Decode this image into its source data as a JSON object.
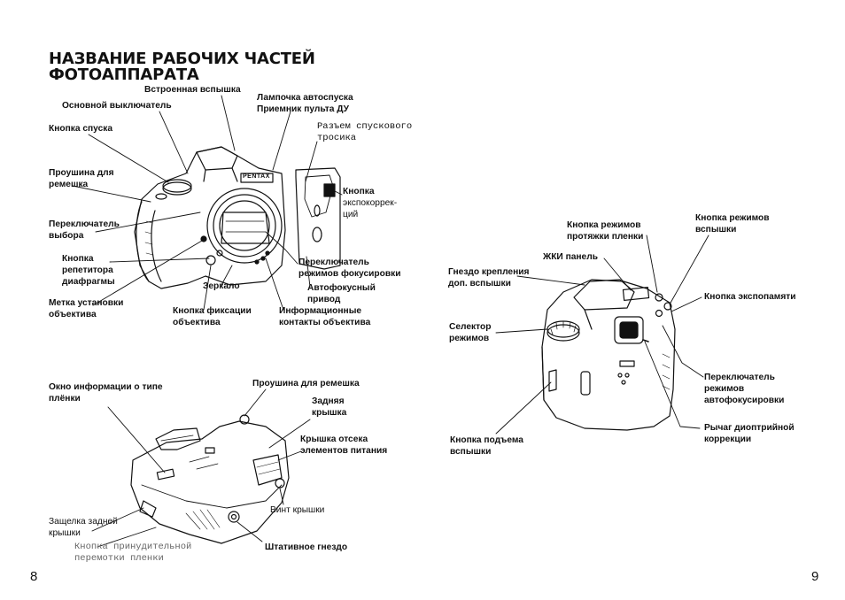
{
  "page": {
    "title_line1": "НАЗВАНИЕ РАБОЧИХ ЧАСТЕЙ",
    "title_line2": "ФОТОАППАРАТА",
    "page_left": "8",
    "page_right": "9"
  },
  "front": {
    "flash": "Встроенная вспышка",
    "main_switch": "Основной выключатель",
    "self_timer_l1": "Лампочка автоспуска",
    "self_timer_l2": "Приемник пульта ДУ",
    "shutter": "Кнопка спуска",
    "cable_l1": "Разъем спускового",
    "cable_l2": "тросика",
    "strap_l1": "Проушина для",
    "strap_l2": "ремешка",
    "expo_l1": "Кнопка",
    "expo_l2": "экспокоррек-",
    "expo_l3": "ций",
    "selector_l1": "Переключатель",
    "selector_l2": "выбора",
    "repeater_l1": "Кнопка",
    "repeater_l2": "репетитора",
    "repeater_l3": "диафрагмы",
    "focus_sw_l1": "Переключатель",
    "focus_sw_l2": "режимов фокусировки",
    "mirror": "Зеркало",
    "af_drive_l1": "Автофокусный",
    "af_drive_l2": "привод",
    "mount_l1": "Метка установки",
    "mount_l2": "объектива",
    "lens_lock_l1": "Кнопка фиксации",
    "lens_lock_l2": "объектива",
    "contacts_l1": "Информационные",
    "contacts_l2": "контакты объектива"
  },
  "bottom": {
    "film_window_l1": "Окно информации о типе",
    "film_window_l2": "плёнки",
    "strap": "Проушина для ремешка",
    "back_cover_l1": "Задняя",
    "back_cover_l2": "крышка",
    "battery_l1": "Крышка отсека",
    "battery_l2": "элементов питания",
    "cover_screw": "Винт крышки",
    "back_latch_l1": "Защелка задней",
    "back_latch_l2": "крышки",
    "rewind_l1": "Кнопка принудительной",
    "rewind_l2": "перемотки пленки",
    "tripod": "Штативное гнездо"
  },
  "rear": {
    "drive_l1": "Кнопка режимов",
    "drive_l2": "протяжки пленки",
    "flash_mode_l1": "Кнопка режимов",
    "flash_mode_l2": "вспышки",
    "lcd": "ЖКИ панель",
    "hotshoe_l1": "Гнездо крепления",
    "hotshoe_l2": "доп. вспышки",
    "ae_lock": "Кнопка экспопамяти",
    "mode_l1": "Селектор",
    "mode_l2": "режимов",
    "af_mode_l1": "Переключатель",
    "af_mode_l2": "режимов",
    "af_mode_l3": "автофокусировки",
    "flash_up_l1": "Кнопка подъема",
    "flash_up_l2": "вспышки",
    "diopter_l1": "Рычаг диоптрийной",
    "diopter_l2": "коррекции"
  },
  "camera": {
    "brand": "PENTAX"
  }
}
